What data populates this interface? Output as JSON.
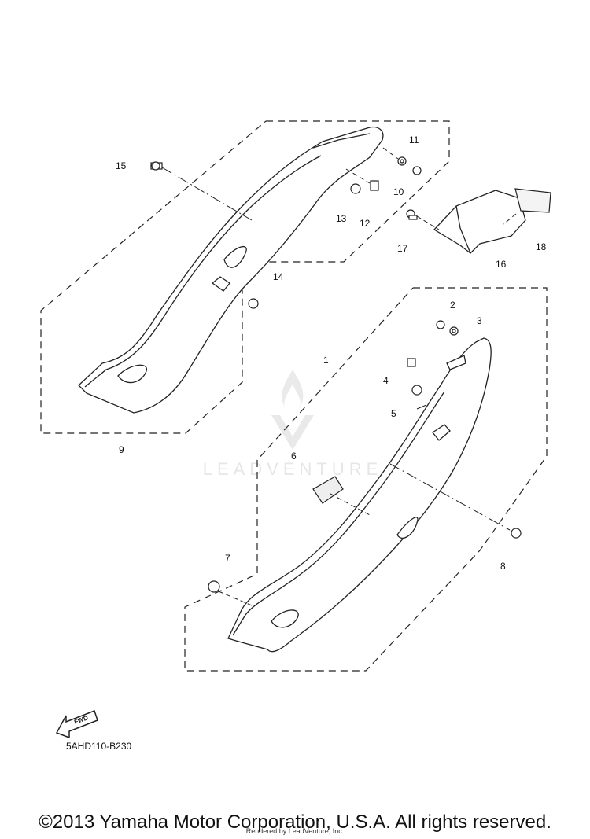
{
  "watermark": "LEADVENTURE",
  "fwd_label": "FWD",
  "diagram_code": "5AHD110-B230",
  "copyright": "©2013 Yamaha Motor Corporation, U.S.A. All rights reserved.",
  "rendered_by": "Rendered by LeadVenture, Inc.",
  "callouts": [
    "1",
    "2",
    "3",
    "4",
    "5",
    "6",
    "7",
    "8",
    "9",
    "10",
    "11",
    "12",
    "13",
    "14",
    "15",
    "16",
    "17",
    "18"
  ]
}
